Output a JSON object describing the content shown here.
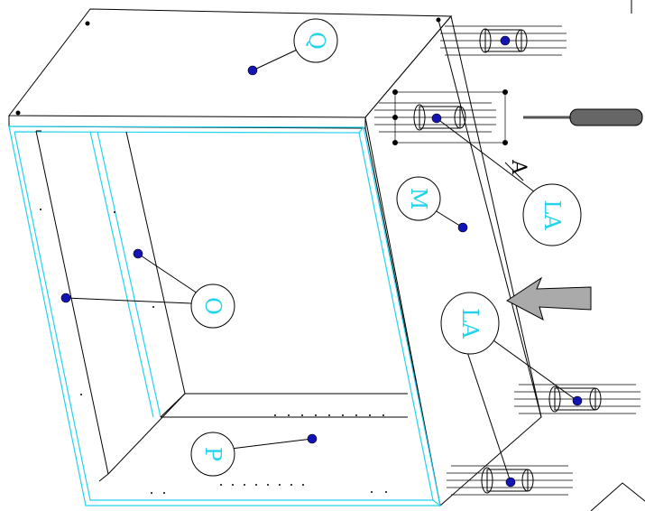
{
  "diagram": {
    "callouts": [
      {
        "id": "Q",
        "label": "Q"
      },
      {
        "id": "M",
        "label": "M"
      },
      {
        "id": "O",
        "label": "O"
      },
      {
        "id": "P",
        "label": "P"
      },
      {
        "id": "LA_upper",
        "label": "LA"
      },
      {
        "id": "LA_lower",
        "label": "LA"
      }
    ],
    "marker": "A",
    "colors": {
      "label": "#22d3ee",
      "edge": "#22d3ee",
      "dot": "#1414b4",
      "arrow": "#aaaaaa"
    },
    "icons": [
      "screwdriver-icon",
      "arrow-icon",
      "leg-fitting-icon"
    ]
  }
}
